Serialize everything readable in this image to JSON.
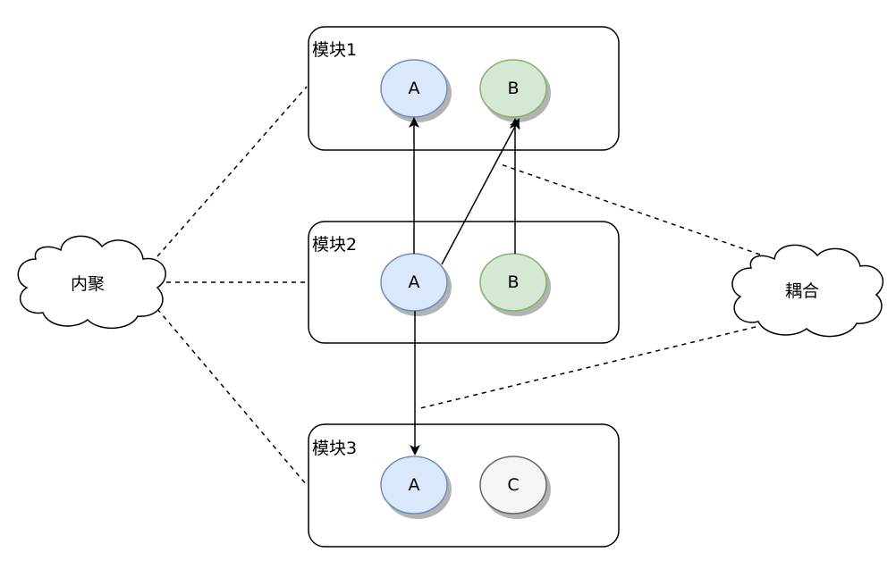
{
  "modules": [
    {
      "id": "m1",
      "title": "模块1"
    },
    {
      "id": "m2",
      "title": "模块2"
    },
    {
      "id": "m3",
      "title": "模块3"
    }
  ],
  "nodes": [
    {
      "id": "m1A",
      "module": "m1",
      "label": "A",
      "fill": "#dae8fc",
      "stroke": "#6c8ebf"
    },
    {
      "id": "m1B",
      "module": "m1",
      "label": "B",
      "fill": "#d5e8d4",
      "stroke": "#82b366"
    },
    {
      "id": "m2A",
      "module": "m2",
      "label": "A",
      "fill": "#dae8fc",
      "stroke": "#6c8ebf"
    },
    {
      "id": "m2B",
      "module": "m2",
      "label": "B",
      "fill": "#d5e8d4",
      "stroke": "#82b366"
    },
    {
      "id": "m3A",
      "module": "m3",
      "label": "A",
      "fill": "#dae8fc",
      "stroke": "#6c8ebf"
    },
    {
      "id": "m3C",
      "module": "m3",
      "label": "C",
      "fill": "#f5f5f5",
      "stroke": "#666666"
    }
  ],
  "clouds": [
    {
      "id": "cohesion",
      "label": "内聚"
    },
    {
      "id": "coupling",
      "label": "耦合"
    }
  ],
  "arrows": [
    {
      "from": "m2A",
      "to": "m1A"
    },
    {
      "from": "m2A",
      "to": "m1B"
    },
    {
      "from": "m2B",
      "to": "m1B"
    },
    {
      "from": "m2A",
      "to": "m3A"
    }
  ],
  "dashed_links": [
    {
      "from": "cohesion",
      "to": "m1"
    },
    {
      "from": "cohesion",
      "to": "m2"
    },
    {
      "from": "cohesion",
      "to": "m3"
    },
    {
      "from": "coupling",
      "to": "m1-m2-link"
    },
    {
      "from": "coupling",
      "to": "m2-m3-link"
    }
  ],
  "colors": {
    "module_stroke": "#000000",
    "edge": "#000000",
    "shadow": "#b3b3b3"
  }
}
